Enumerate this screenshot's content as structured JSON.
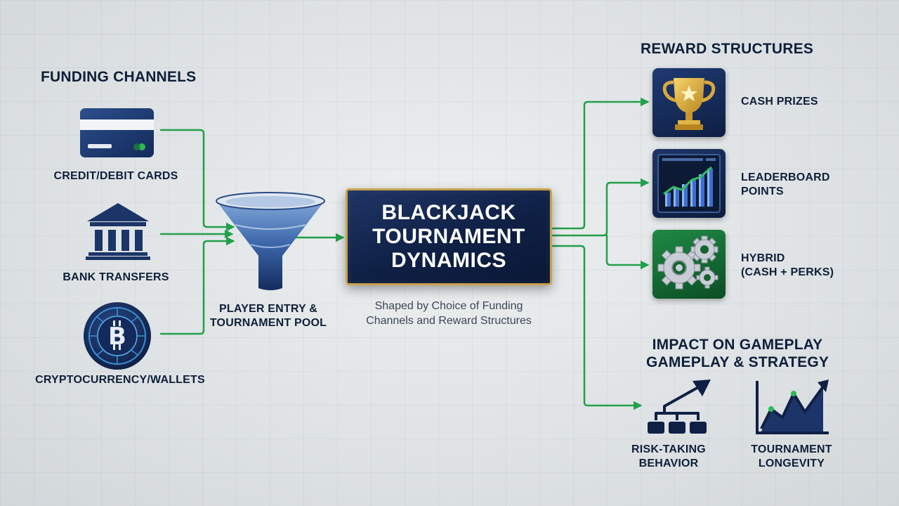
{
  "diagram": {
    "title": "BLACKJACK TOURNAMENT DYNAMICS",
    "title_lines": [
      "BLACKJACK",
      "TOURNAMENT",
      "DYNAMICS"
    ],
    "subtitle": "Shaped by Choice of Funding Channels and Reward Structures",
    "subtitle_lines": [
      "Shaped by Choice of Funding",
      "Channels and Reward Structures"
    ]
  },
  "funding": {
    "heading": "FUNDING CHANNELS",
    "items": [
      {
        "label": "CREDIT/DEBIT CARDS",
        "icon": "credit-card-icon"
      },
      {
        "label": "BANK TRANSFERS",
        "icon": "bank-icon"
      },
      {
        "label": "CRYPTOCURRENCY/WALLETS",
        "icon": "bitcoin-icon"
      }
    ]
  },
  "pool": {
    "icon": "funnel-icon",
    "lines": [
      "PLAYER ENTRY &",
      "TOURNAMENT POOL"
    ]
  },
  "rewards": {
    "heading": "REWARD STRUCTURES",
    "items": [
      {
        "lines": [
          "CASH PRIZES"
        ],
        "icon": "trophy-icon"
      },
      {
        "lines": [
          "LEADERBOARD",
          "POINTS"
        ],
        "icon": "leaderboard-chart-icon"
      },
      {
        "lines": [
          "HYBRID",
          "(CASH + PERKS)"
        ],
        "icon": "gears-icon"
      }
    ]
  },
  "impact": {
    "heading_lines": [
      "IMPACT ON GAMEPLAY",
      "GAMEPLAY & STRATEGY"
    ],
    "items": [
      {
        "lines": [
          "RISK-TAKING",
          "BEHAVIOR"
        ],
        "icon": "decision-tree-arrow-icon"
      },
      {
        "lines": [
          "TOURNAMENT",
          "LONGEVITY"
        ],
        "icon": "growth-line-chart-icon"
      }
    ]
  },
  "colors": {
    "connector": "#22a04a",
    "navy": "#0f2045",
    "gold": "#c9a24a",
    "hybrid_green": "#1f8a45"
  }
}
